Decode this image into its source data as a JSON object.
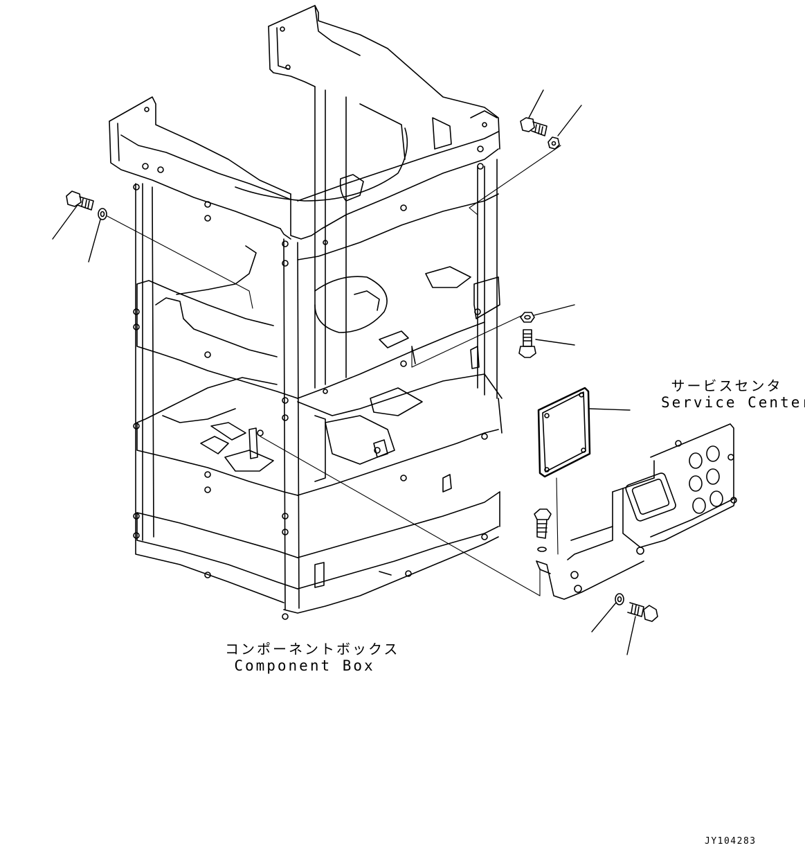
{
  "labels": {
    "component_box": {
      "jp": "コンポーネントボックス",
      "en": "Component Box"
    },
    "service_center": {
      "jp": "サービスセンタ",
      "en": "Service Center"
    }
  },
  "drawing_code": "JY104283",
  "colors": {
    "line": "#000000",
    "background": "#ffffff"
  }
}
